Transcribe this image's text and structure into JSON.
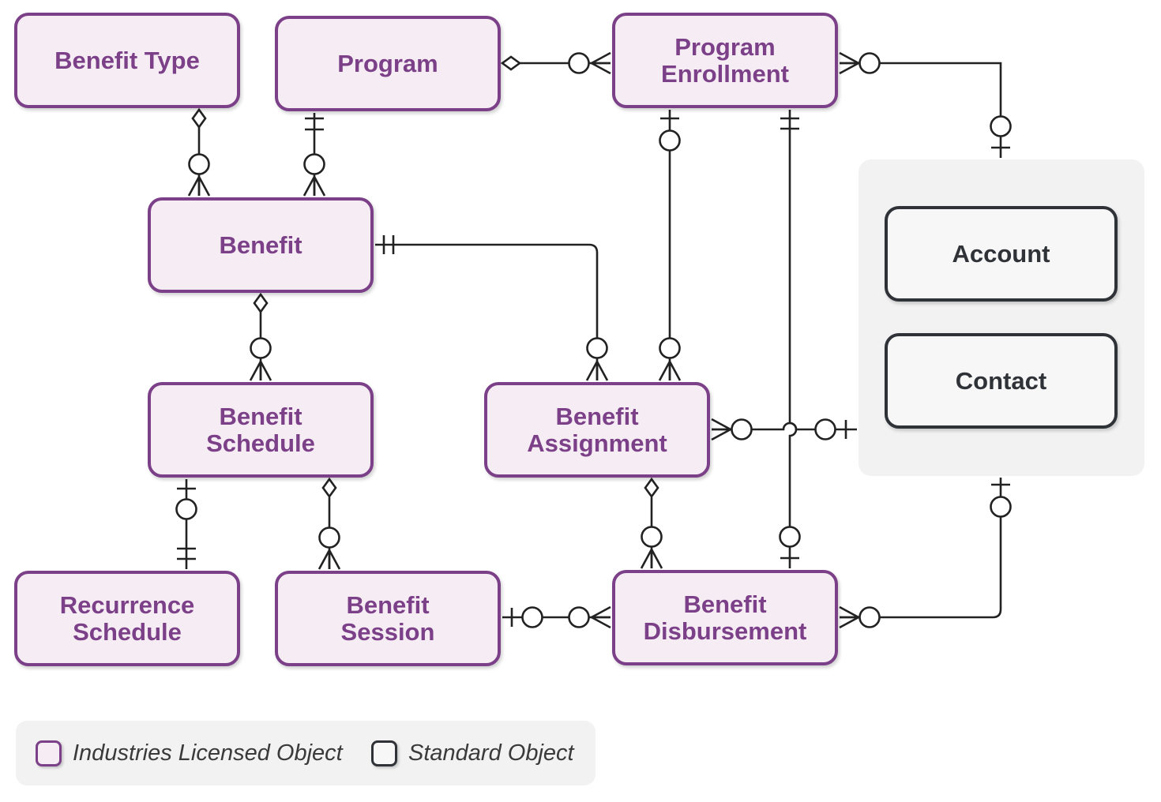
{
  "entities": {
    "benefit_type": "Benefit Type",
    "program": "Program",
    "program_enrollment": "Program\nEnrollment",
    "benefit": "Benefit",
    "benefit_schedule": "Benefit\nSchedule",
    "benefit_assignment": "Benefit\nAssignment",
    "recurrence_schedule": "Recurrence\nSchedule",
    "benefit_session": "Benefit\nSession",
    "benefit_disbursement": "Benefit\nDisbursement",
    "account": "Account",
    "contact": "Contact"
  },
  "legend": {
    "licensed": "Industries Licensed Object",
    "standard": "Standard Object"
  },
  "colors": {
    "licensed_border": "#7b4088",
    "licensed_fill": "#f6ecf4",
    "standard_border": "#2f3337",
    "line": "#222222",
    "group_background": "#f2f2f3"
  },
  "relationships": [
    {
      "from": "Benefit Type",
      "to": "Benefit",
      "from_end": "parent (diamond)",
      "to_end": "zero or many"
    },
    {
      "from": "Program",
      "to": "Benefit",
      "from_end": "exactly one",
      "to_end": "zero or many"
    },
    {
      "from": "Program",
      "to": "Program Enrollment",
      "from_end": "parent (diamond)",
      "to_end": "zero or many"
    },
    {
      "from": "Program Enrollment",
      "to": "Account / Contact",
      "from_end": "zero or many",
      "to_end": "zero or one"
    },
    {
      "from": "Benefit",
      "to": "Benefit Assignment",
      "from_end": "exactly one",
      "to_end": "zero or many"
    },
    {
      "from": "Program Enrollment",
      "to": "Benefit Assignment",
      "from_end": "zero or one",
      "to_end": "zero or many"
    },
    {
      "from": "Program Enrollment",
      "to": "Benefit Disbursement",
      "from_end": "exactly one",
      "to_end": "zero or one"
    },
    {
      "from": "Benefit",
      "to": "Benefit Schedule",
      "from_end": "parent (diamond)",
      "to_end": "zero or many"
    },
    {
      "from": "Benefit Assignment",
      "to": "Account / Contact",
      "from_end": "zero or many",
      "to_end": "zero or one"
    },
    {
      "from": "Benefit Schedule",
      "to": "Recurrence Schedule",
      "from_end": "zero or one",
      "to_end": "exactly one"
    },
    {
      "from": "Benefit Schedule",
      "to": "Benefit Session",
      "from_end": "parent (diamond)",
      "to_end": "zero or many"
    },
    {
      "from": "Benefit Assignment",
      "to": "Benefit Disbursement",
      "from_end": "parent (diamond)",
      "to_end": "zero or many"
    },
    {
      "from": "Benefit Session",
      "to": "Benefit Disbursement",
      "from_end": "zero or one",
      "to_end": "zero or many"
    },
    {
      "from": "Account / Contact",
      "to": "Benefit Disbursement",
      "from_end": "zero or one",
      "to_end": "zero or many"
    }
  ]
}
